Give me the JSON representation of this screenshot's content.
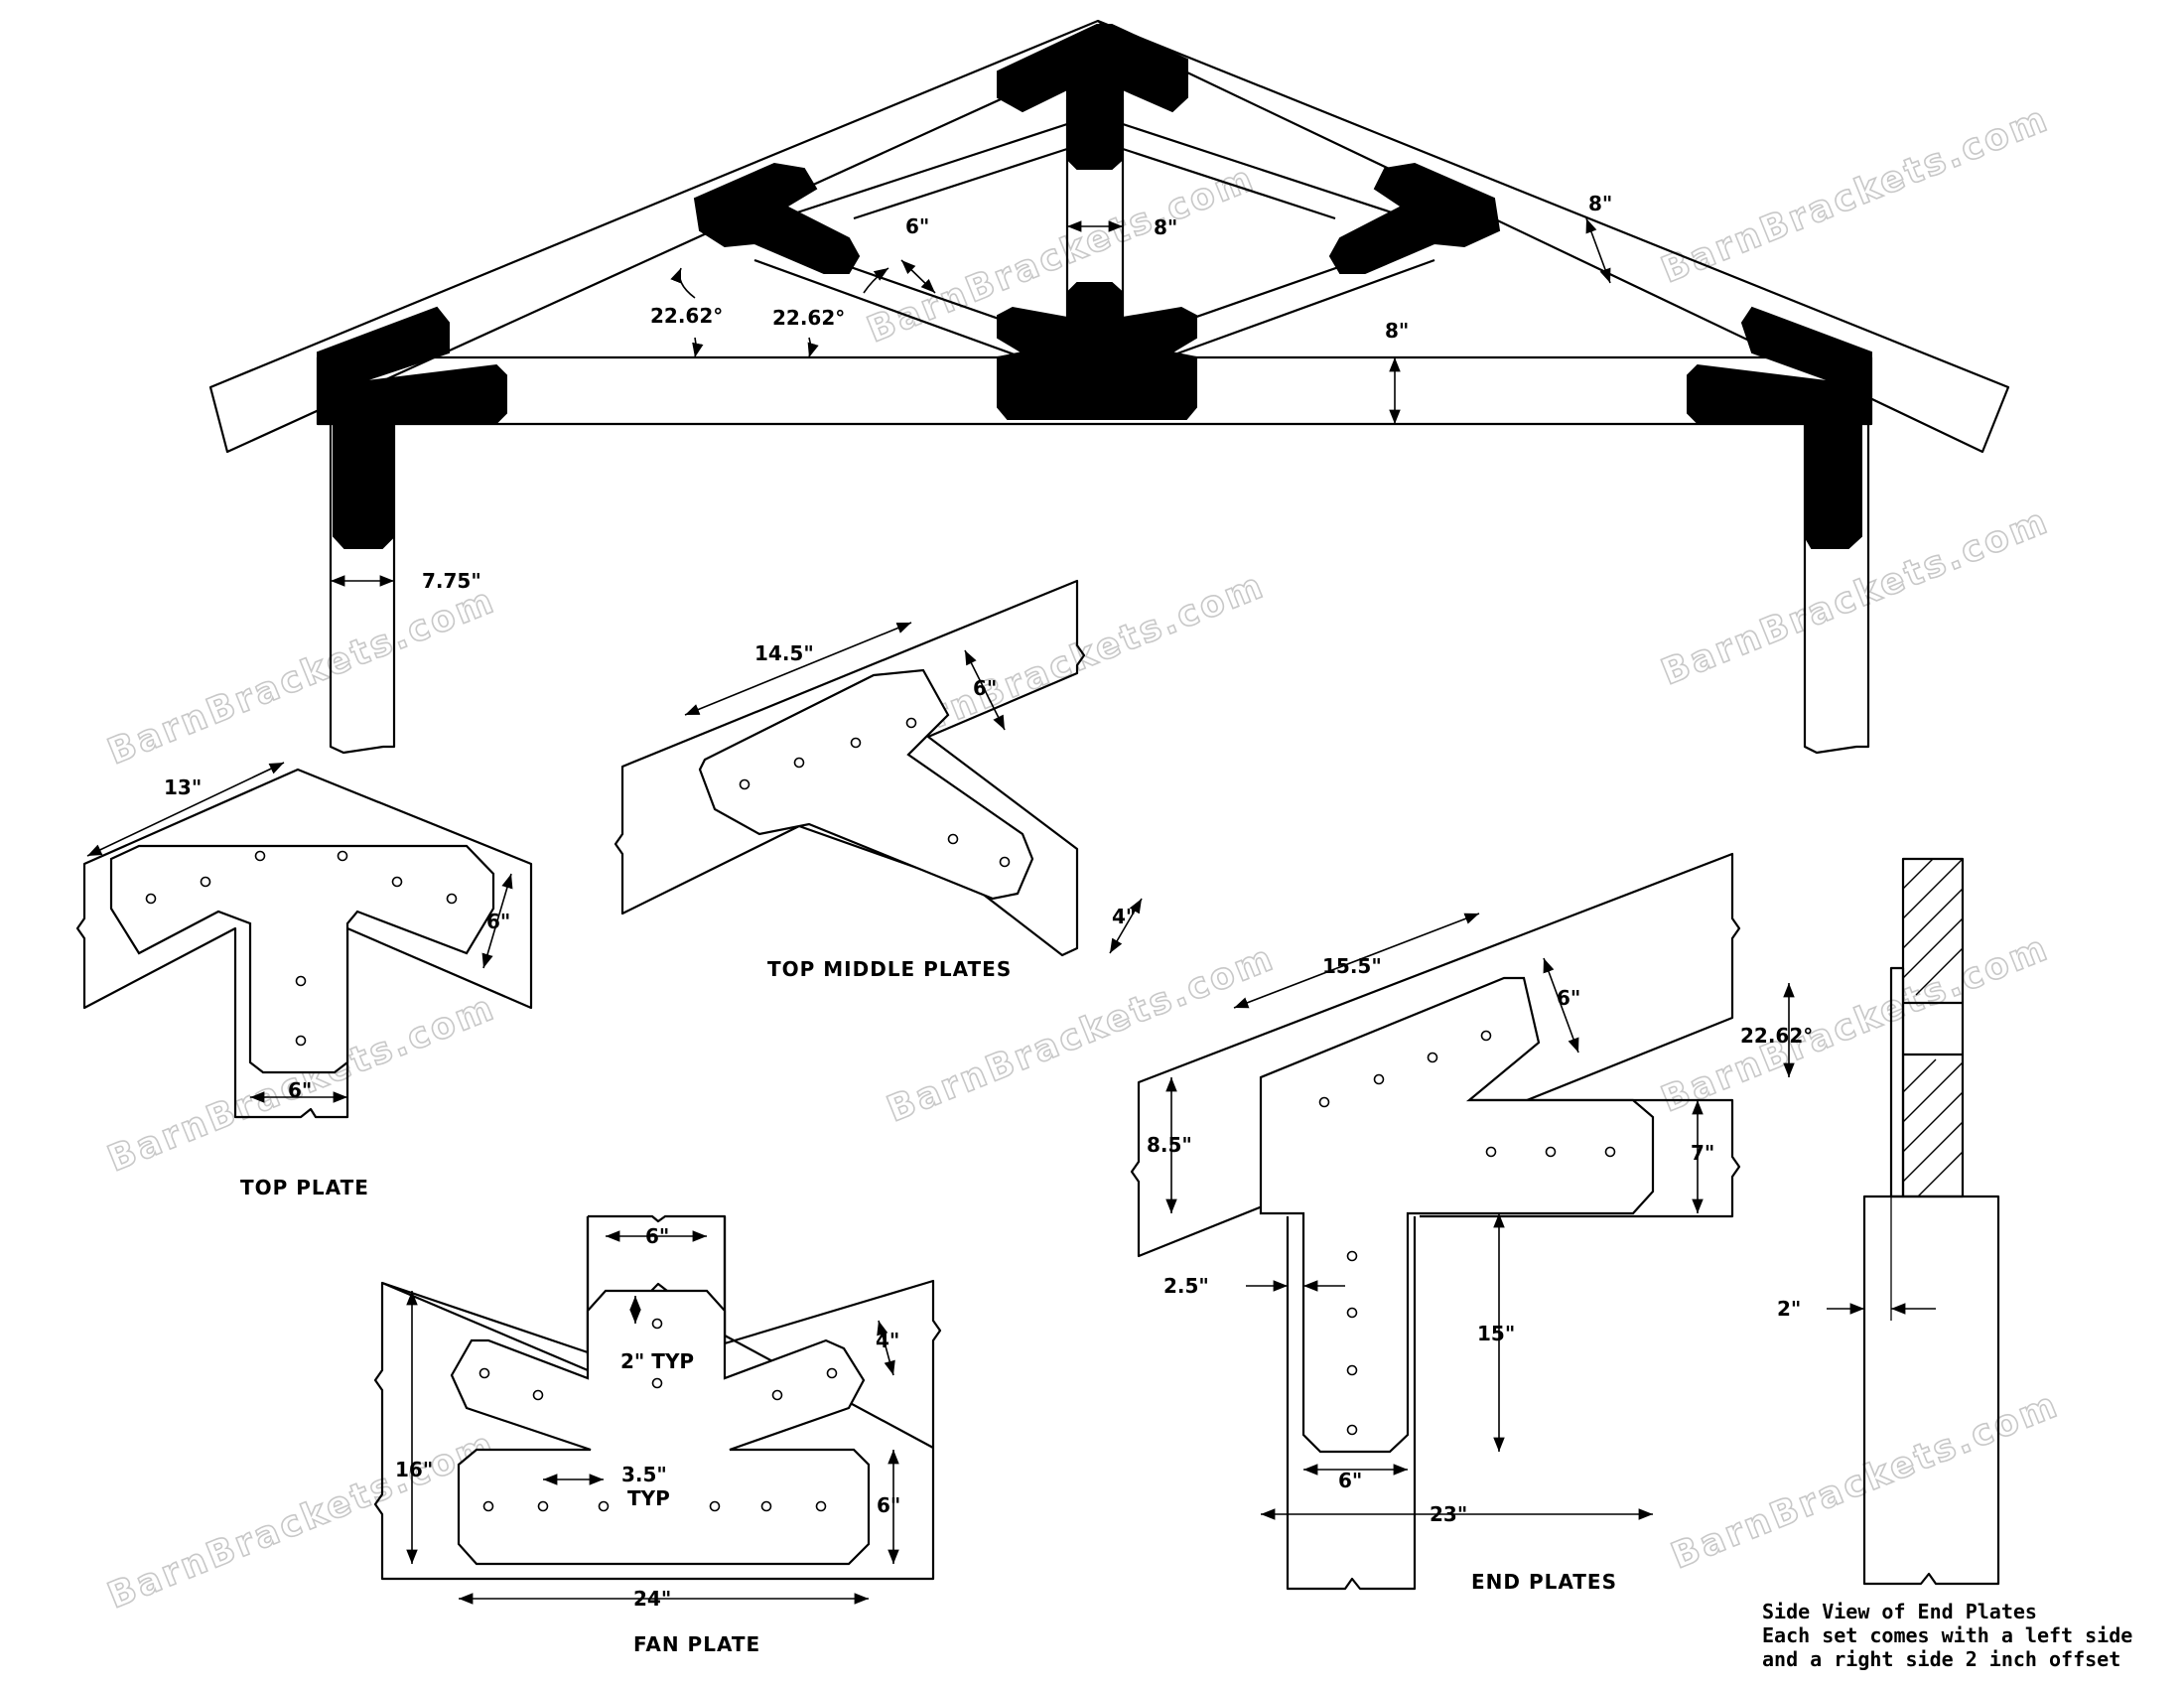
{
  "watermark": "BarnBrackets.com",
  "truss": {
    "dims": {
      "post_width": "7.75\"",
      "web_width": "6\"",
      "king_post_width": "8\"",
      "rafter_depth": "8\"",
      "tie_beam_depth": "8\"",
      "left_angle": "22.62°",
      "right_angle": "22.62°"
    }
  },
  "top_plate": {
    "caption": "TOP PLATE",
    "dims": {
      "length": "13\"",
      "arm_width": "6\"",
      "stem_width": "6\""
    }
  },
  "top_middle_plates": {
    "caption": "TOP MIDDLE PLATES",
    "dims": {
      "length": "14.5\"",
      "arm_width": "6\"",
      "brace_width": "4\""
    }
  },
  "fan_plate": {
    "caption": "FAN PLATE",
    "dims": {
      "stem_width": "6\"",
      "bolt_offset": "2\" TYP",
      "bolt_spacing_value": "3.5\"",
      "bolt_spacing_typ": "TYP",
      "brace_width": "4\"",
      "height": "16\"",
      "bottom_width": "6\"",
      "length": "24\""
    }
  },
  "end_plates": {
    "caption": "END PLATES",
    "dims": {
      "rafter_length": "15.5\"",
      "rafter_width": "6\"",
      "angle": "22.62°",
      "plate_height": "8.5\"",
      "beam_width": "7\"",
      "post_offset": "2.5\"",
      "post_length": "15\"",
      "post_width": "6\"",
      "total_length": "23\""
    }
  },
  "side_view": {
    "dims": {
      "offset": "2\""
    },
    "notes": [
      "Side View of End Plates",
      "Each set comes with a left side",
      "and a right side 2 inch offset"
    ]
  }
}
